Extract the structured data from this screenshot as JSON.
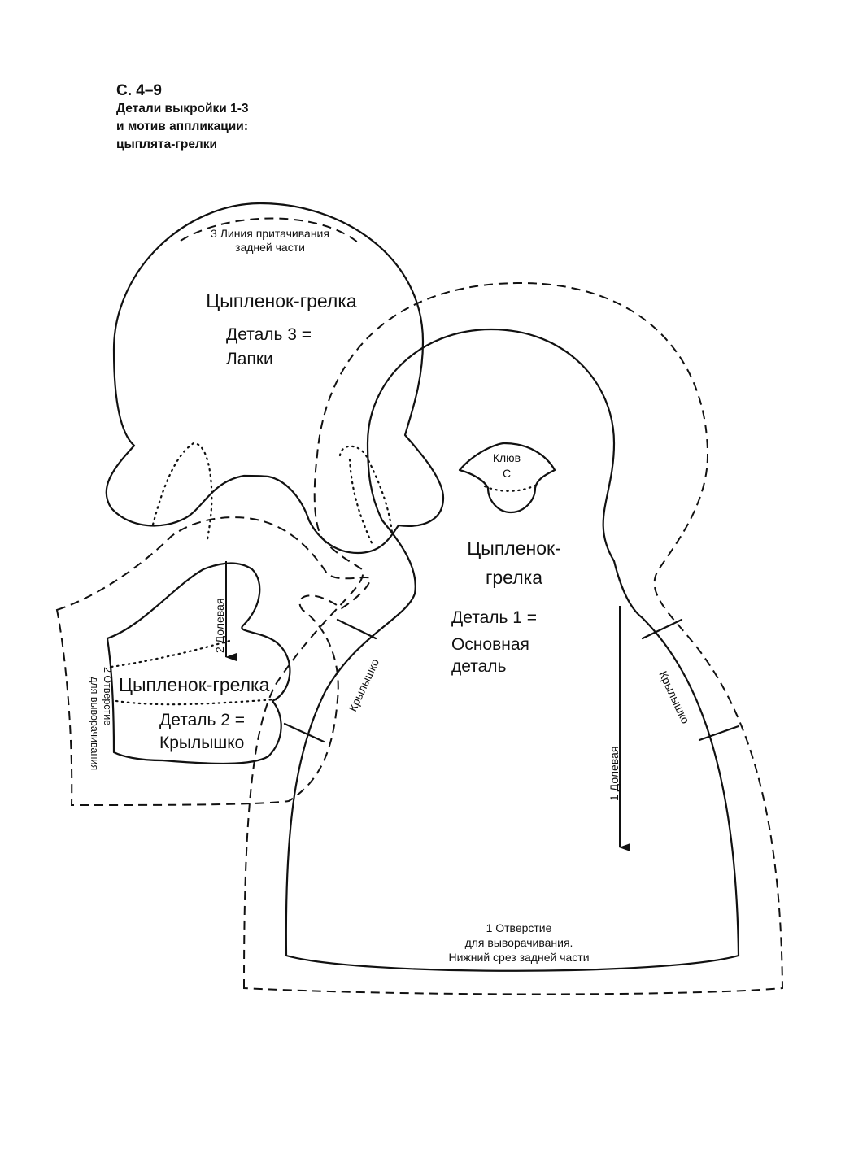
{
  "header": {
    "ref": "С. 4–9",
    "line1": "Детали выкройки 1-3",
    "line2": "и мотив аппликации:",
    "line3": "цыплята-грелки"
  },
  "part3": {
    "title": "Цыпленок-грелка",
    "detail_line1": "Деталь 3 =",
    "detail_line2": "Лапки",
    "note_line1": "3 Линия притачивания",
    "note_line2": "задней части"
  },
  "part1": {
    "title_line1": "Цыпленок-",
    "title_line2": "грелка",
    "detail_line1": "Деталь 1 =",
    "detail_line2": "Основная",
    "detail_line3": "деталь",
    "grain": "1 Долевая",
    "wing_mark_left": "Крылышко",
    "wing_mark_right": "Крылышко",
    "opening_line1": "1 Отверстие",
    "opening_line2": "для выворачивания.",
    "opening_line3": "Нижний срез задней части"
  },
  "part2": {
    "title": "Цыпленок-грелка",
    "detail_line1": "Деталь 2 =",
    "detail_line2": "Крылышко",
    "grain": "2  Долевая",
    "opening_line1": "2 Отверстие",
    "opening_line2": "для выворачивания"
  },
  "beak": {
    "label_line1": "Клюв",
    "label_line2": "С"
  }
}
